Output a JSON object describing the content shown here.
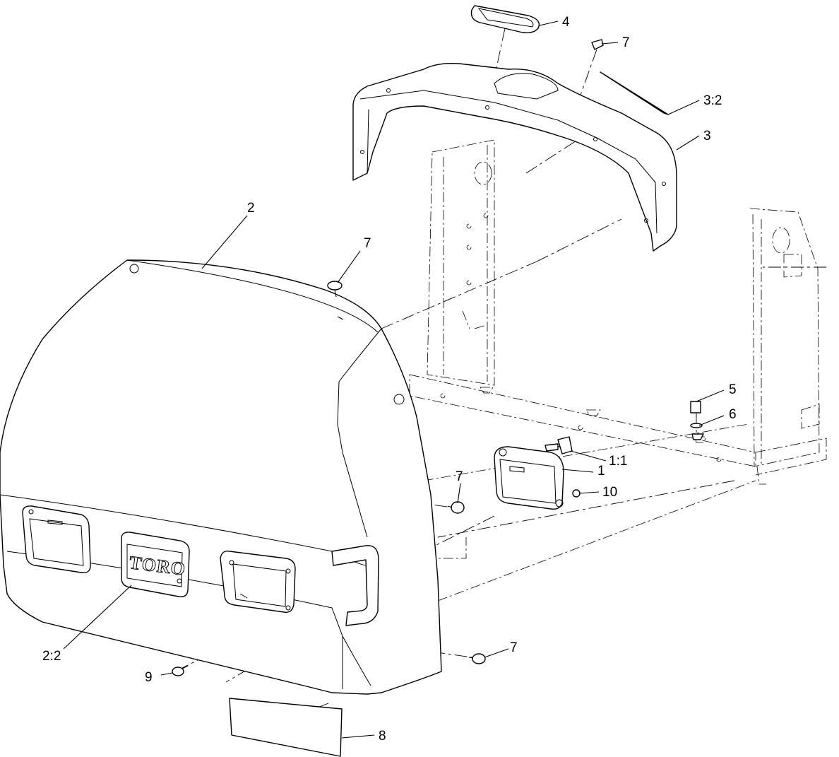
{
  "diagram": {
    "type": "exploded-parts-view",
    "brand_logo_text": "TORO",
    "callouts": [
      {
        "id": "c4",
        "label": "4"
      },
      {
        "id": "c7a",
        "label": "7"
      },
      {
        "id": "c32",
        "label": "3:2"
      },
      {
        "id": "c3",
        "label": "3"
      },
      {
        "id": "c2",
        "label": "2"
      },
      {
        "id": "c7b",
        "label": "7"
      },
      {
        "id": "c5",
        "label": "5"
      },
      {
        "id": "c6",
        "label": "6"
      },
      {
        "id": "c11",
        "label": "1:1"
      },
      {
        "id": "c1",
        "label": "1"
      },
      {
        "id": "c7c",
        "label": "7"
      },
      {
        "id": "c10",
        "label": "10"
      },
      {
        "id": "c22",
        "label": "2:2"
      },
      {
        "id": "c7d",
        "label": "7"
      },
      {
        "id": "c9",
        "label": "9"
      },
      {
        "id": "c8",
        "label": "8"
      }
    ]
  }
}
